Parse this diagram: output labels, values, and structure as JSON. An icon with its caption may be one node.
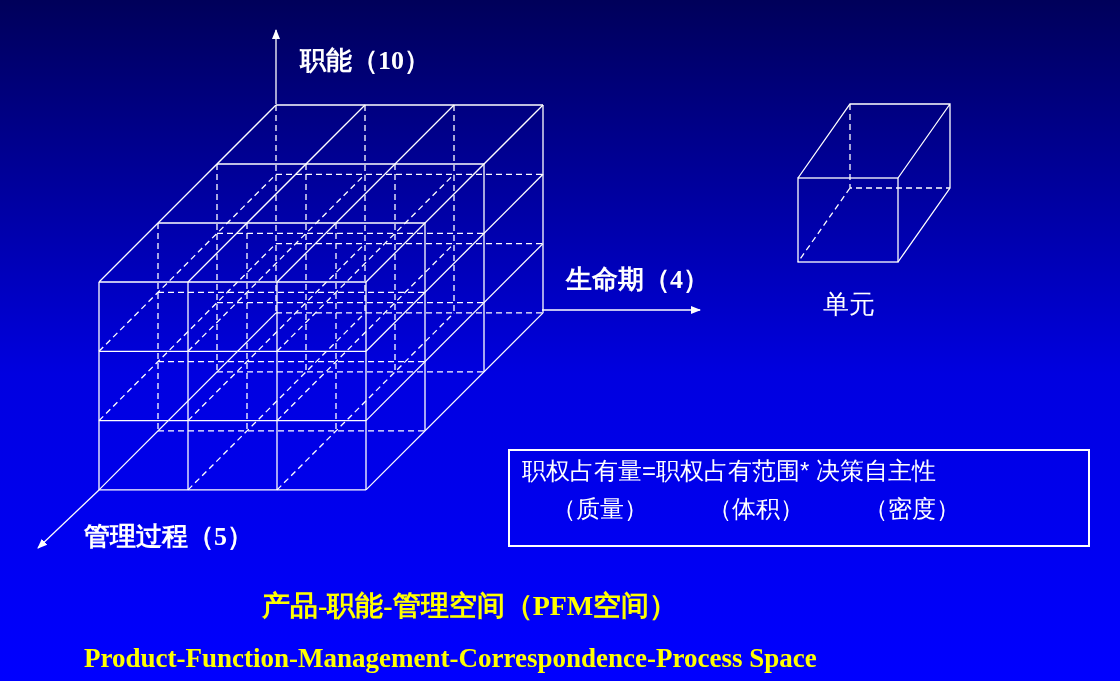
{
  "diagram": {
    "title": "产品-职能-管理空间（PFM空间）",
    "caption": "Product-Function-Management-Correspondence-Process Space",
    "nodes": [
      {
        "text": [
          "职权占有量=职权占有范围* 决策自主性",
          "（质量）",
          "（体积）",
          "（密度）"
        ]
      }
    ],
    "labels": [
      "职能（10）",
      "生命期（4）",
      "单元",
      "管理过程（5）"
    ]
  }
}
